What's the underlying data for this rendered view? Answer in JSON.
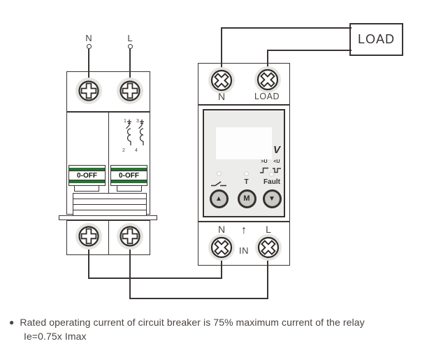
{
  "colors": {
    "line": "#3a3433",
    "text": "#4a4440",
    "green": "#24752f",
    "face_gray": "#ececea",
    "button_gray": "#c9c9c6",
    "halo_gray": "#e4e4e1"
  },
  "load_box": {
    "label": "LOAD"
  },
  "breaker": {
    "top_terminal_labels": [
      "N",
      "L"
    ],
    "toggles": [
      {
        "label": "0-OFF"
      },
      {
        "label": "0-OFF"
      }
    ],
    "pole_numbers": {
      "top_left": "1",
      "top_right": "3",
      "bottom_left": "2",
      "bottom_right": "4"
    }
  },
  "relay": {
    "top": {
      "n_label": "N",
      "load_label": "LOAD"
    },
    "display": {
      "unit": "V",
      "value": ""
    },
    "wave_symbols": {
      "over": ">U",
      "under": "<U"
    },
    "indicators": [
      {
        "name": "relay-contact",
        "label": ""
      },
      {
        "name": "timer",
        "label": "T"
      },
      {
        "name": "fault",
        "label": "Fault"
      }
    ],
    "buttons": [
      {
        "name": "up",
        "glyph": "▲"
      },
      {
        "name": "menu",
        "glyph": "M"
      },
      {
        "name": "down",
        "glyph": "▼"
      }
    ],
    "bottom": {
      "n_label": "N",
      "arrow": "↑",
      "l_label": "L",
      "in_label": "IN"
    }
  },
  "note": {
    "bullet": "●",
    "line1": "Rated operating current of circuit breaker is 75% maximum current of the relay",
    "line2": "Ie=0.75x Imax"
  }
}
